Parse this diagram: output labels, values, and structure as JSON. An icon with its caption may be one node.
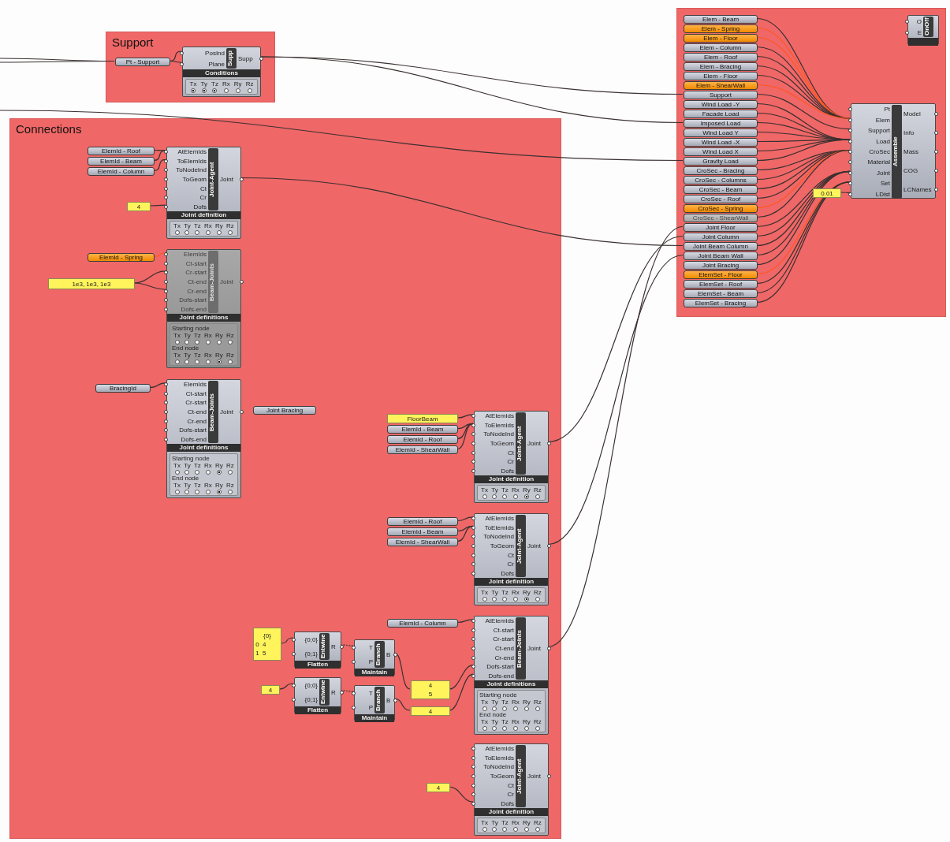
{
  "diagram": {
    "nodes": [
      {
        "text": [
          "Support"
        ]
      },
      {
        "text": [
          "Pt - Support"
        ],
        "in": 0
      },
      {
        "text": [
          "PosInd",
          "Plane",
          "Supp",
          "Supp",
          "Conditions",
          "Tx",
          "Ty",
          "Tz",
          "Rx",
          "Ry",
          "Rz"
        ],
        "in": 0
      },
      {
        "text": [
          "Connections"
        ]
      },
      {
        "text": [
          "ElemId - Roof"
        ],
        "in": 3
      },
      {
        "text": [
          "ElemId - Beam"
        ],
        "in": 3
      },
      {
        "text": [
          "ElemId - Column"
        ],
        "in": 3
      },
      {
        "text": [
          "4"
        ],
        "in": 3
      },
      {
        "text": [
          "AtElemIds",
          "ToElemIds",
          "ToNodeInd",
          "ToGeom",
          "Ct",
          "Cr",
          "Dofs",
          "Joint-Agent",
          "Joint",
          "Joint definition",
          "Tx",
          "Ty",
          "Tz",
          "Rx",
          "Ry",
          "Rz"
        ],
        "in": 3
      },
      {
        "text": [
          "ElemId - Spring"
        ],
        "in": 3
      },
      {
        "text": [
          "1e3, 1e3, 1e3"
        ],
        "in": 3
      },
      {
        "text": [
          "ElemIds",
          "Ct-start",
          "Cr-start",
          "Ct-end",
          "Cr-end",
          "Dofs-start",
          "Dofs-end",
          "Beam-Joints",
          "Joint",
          "Joint definitions",
          "Starting node",
          "Tx",
          "Ty",
          "Tz",
          "Rx",
          "Ry",
          "Rz",
          "End node",
          "Tx",
          "Ty",
          "Tz",
          "Rx",
          "Ry",
          "Rz"
        ],
        "in": 3
      },
      {
        "text": [
          "BracingId"
        ],
        "in": 3
      },
      {
        "text": [
          "ElemIds",
          "Ct-start",
          "Cr-start",
          "Ct-end",
          "Cr-end",
          "Dofs-start",
          "Dofs-end",
          "Beam-Joints",
          "Joint",
          "Joint definitions",
          "Starting node",
          "Tx",
          "Ty",
          "Tz",
          "Rx",
          "Ry",
          "Rz",
          "End node",
          "Tx",
          "Ty",
          "Tz",
          "Rx",
          "Ry",
          "Rz"
        ],
        "in": 3
      },
      {
        "text": [
          "Joint Bracing"
        ],
        "in": 3
      },
      {
        "text": [
          "FloorBeam"
        ],
        "in": 3
      },
      {
        "text": [
          "ElemId - Beam"
        ],
        "in": 3
      },
      {
        "text": [
          "ElemId - Roof"
        ],
        "in": 3
      },
      {
        "text": [
          "ElemId - ShearWall"
        ],
        "in": 3
      },
      {
        "text": [
          "AtElemIds",
          "ToElemIds",
          "ToNodeInd",
          "ToGeom",
          "Ct",
          "Cr",
          "Dofs",
          "Joint-Agent",
          "Joint",
          "Joint definition",
          "Tx",
          "Ty",
          "Tz",
          "Rx",
          "Ry",
          "Rz"
        ],
        "in": 3
      },
      {
        "text": [
          "ElemId - Roof"
        ],
        "in": 3
      },
      {
        "text": [
          "ElemId - Beam"
        ],
        "in": 3
      },
      {
        "text": [
          "ElemId - ShearWall"
        ],
        "in": 3
      },
      {
        "text": [
          "AtElemIds",
          "ToElemIds",
          "ToNodeInd",
          "ToGeom",
          "Ct",
          "Cr",
          "Dofs",
          "Joint-Agent",
          "Joint",
          "Joint definition",
          "Tx",
          "Ty",
          "Tz",
          "Rx",
          "Ry",
          "Rz"
        ],
        "in": 3
      },
      {
        "text": [
          "{0}",
          "0",
          "4",
          "1",
          "5"
        ],
        "in": 3
      },
      {
        "text": [
          "4"
        ],
        "in": 3
      },
      {
        "text": [
          "{0;0}",
          "{0;1}",
          "Entwine",
          "R",
          "Flatten"
        ],
        "in": 3
      },
      {
        "text": [
          "{0;0}",
          "{0;1}",
          "Entwine",
          "R",
          "Flatten"
        ],
        "in": 3
      },
      {
        "text": [
          "T",
          "P",
          "Branch",
          "B",
          "Maintain"
        ],
        "in": 3
      },
      {
        "text": [
          "T",
          "P",
          "Branch",
          "B",
          "Maintain"
        ],
        "in": 3
      },
      {
        "text": [
          "4",
          "5"
        ],
        "in": 3
      },
      {
        "text": [
          "4"
        ],
        "in": 3
      },
      {
        "text": [
          "ElemId - Column"
        ],
        "in": 3
      },
      {
        "text": [
          "AtElemIds",
          "Ct-start",
          "Cr-start",
          "Ct-end",
          "Cr-end",
          "Dofs-start",
          "Dofs-end",
          "Beam-Joints",
          "Joint",
          "Joint definitions",
          "Starting node",
          "Tx",
          "Ty",
          "Tz",
          "Rx",
          "Ry",
          "Rz",
          "End node",
          "Tx",
          "Ty",
          "Tz",
          "Rx",
          "Ry",
          "Rz"
        ],
        "in": 3
      },
      {
        "text": [
          "4"
        ],
        "in": 3
      },
      {
        "text": [
          "AtElemIds",
          "ToElemIds",
          "ToNodeInd",
          "ToGeom",
          "Ct",
          "Cr",
          "Dofs",
          "Joint-Agent",
          "Joint",
          "Joint definition",
          "Tx",
          "Ty",
          "Tz",
          "Rx",
          "Ry",
          "Rz"
        ],
        "in": 3
      },
      {
        "text": [],
        "shape": "box"
      },
      {
        "text": [
          "Elem - Beam"
        ],
        "in": 36
      },
      {
        "text": [
          "Elem - Spring"
        ],
        "in": 36
      },
      {
        "text": [
          "Elem - Floor"
        ],
        "in": 36
      },
      {
        "text": [
          "Elem - Column"
        ],
        "in": 36
      },
      {
        "text": [
          "Elem - Roof"
        ],
        "in": 36
      },
      {
        "text": [
          "Elem - Bracing"
        ],
        "in": 36
      },
      {
        "text": [
          "Elem - Floor"
        ],
        "in": 36
      },
      {
        "text": [
          "Elem - ShearWall"
        ],
        "in": 36
      },
      {
        "text": [
          "Support"
        ],
        "in": 36
      },
      {
        "text": [
          "Wind Load -Y"
        ],
        "in": 36
      },
      {
        "text": [
          "Facade Load"
        ],
        "in": 36
      },
      {
        "text": [
          "Imposed Load"
        ],
        "in": 36
      },
      {
        "text": [
          "Wind Load Y"
        ],
        "in": 36
      },
      {
        "text": [
          "Wind Load -X"
        ],
        "in": 36
      },
      {
        "text": [
          "Wind Load X"
        ],
        "in": 36
      },
      {
        "text": [
          "Gravity Load"
        ],
        "in": 36
      },
      {
        "text": [
          "CroSec - Bracing"
        ],
        "in": 36
      },
      {
        "text": [
          "CroSec - Columns"
        ],
        "in": 36
      },
      {
        "text": [
          "CroSec - Beam"
        ],
        "in": 36
      },
      {
        "text": [
          "CroSec - Roof"
        ],
        "in": 36
      },
      {
        "text": [
          "CroSec - Spring"
        ],
        "in": 36
      },
      {
        "text": [
          "CroSec - ShearWall"
        ],
        "in": 36
      },
      {
        "text": [
          "Joint Floor"
        ],
        "in": 36
      },
      {
        "text": [
          "Joint Column"
        ],
        "in": 36
      },
      {
        "text": [
          "Joint Beam Column"
        ],
        "in": 36
      },
      {
        "text": [
          "Joint Beam Wall"
        ],
        "in": 36
      },
      {
        "text": [
          "Joint Bracing"
        ],
        "in": 36
      },
      {
        "text": [
          "ElemSet - Floor"
        ],
        "in": 36
      },
      {
        "text": [
          "ElemSet - Roof"
        ],
        "in": 36
      },
      {
        "text": [
          "ElemSet - Beam"
        ],
        "in": 36
      },
      {
        "text": [
          "ElemSet - Bracing"
        ],
        "in": 36
      },
      {
        "text": [
          "Pt",
          "Elem",
          "Support",
          "Load",
          "CroSec",
          "Material",
          "Joint",
          "Set",
          "LDist",
          "Assemble",
          "Model",
          "Info",
          "Mass",
          "COG",
          "LCNames"
        ],
        "in": 36
      },
      {
        "text": [
          "0.01"
        ],
        "in": 36
      },
      {
        "text": [
          "O",
          "E",
          "OnOff"
        ],
        "in": 36
      }
    ],
    "edges": [
      {
        "from": null,
        "to": 1,
        "arrow": "none"
      },
      {
        "from": null,
        "to": 1,
        "arrow": "none"
      },
      {
        "from": 1,
        "to": 2,
        "arrow": "none"
      },
      {
        "from": 1,
        "to": 2,
        "arrow": "none"
      },
      {
        "from": 2,
        "to": 45,
        "arrow": "none"
      },
      {
        "from": 2,
        "to": 48,
        "arrow": "none"
      },
      {
        "from": null,
        "to": 52,
        "arrow": "none"
      },
      {
        "from": 4,
        "to": 8,
        "arrow": "none"
      },
      {
        "from": 5,
        "to": 8,
        "arrow": "none"
      },
      {
        "from": 6,
        "to": 8,
        "arrow": "none"
      },
      {
        "from": 7,
        "to": 8,
        "arrow": "none"
      },
      {
        "from": 9,
        "to": 11,
        "arrow": "none",
        "color": "#ff5722"
      },
      {
        "from": 10,
        "to": 11,
        "arrow": "none"
      },
      {
        "from": 10,
        "to": 11,
        "arrow": "none"
      },
      {
        "from": 12,
        "to": 13,
        "arrow": "none"
      },
      {
        "from": 15,
        "to": 19,
        "arrow": "none"
      },
      {
        "from": 16,
        "to": 19,
        "arrow": "none"
      },
      {
        "from": 17,
        "to": 19,
        "arrow": "none"
      },
      {
        "from": 18,
        "to": 19,
        "arrow": "none"
      },
      {
        "from": 20,
        "to": 23,
        "arrow": "none"
      },
      {
        "from": 21,
        "to": 23,
        "arrow": "none"
      },
      {
        "from": 22,
        "to": 23,
        "arrow": "none"
      },
      {
        "from": 24,
        "to": 26,
        "arrow": "none"
      },
      {
        "from": 25,
        "to": 27,
        "arrow": "none"
      },
      {
        "from": 26,
        "to": 28,
        "arrow": "none",
        "style": "dashed"
      },
      {
        "from": 27,
        "to": 29,
        "arrow": "none",
        "style": "dashed"
      },
      {
        "from": 28,
        "to": 30,
        "arrow": "none"
      },
      {
        "from": 29,
        "to": 31,
        "arrow": "none"
      },
      {
        "from": 30,
        "to": 33,
        "arrow": "none"
      },
      {
        "from": 31,
        "to": 33,
        "arrow": "none"
      },
      {
        "from": 32,
        "to": 33,
        "arrow": "none"
      },
      {
        "from": 34,
        "to": 35,
        "arrow": "none"
      },
      {
        "from": 8,
        "to": 61,
        "arrow": "none"
      },
      {
        "from": 19,
        "to": 60,
        "arrow": "none"
      },
      {
        "from": 23,
        "to": 62,
        "arrow": "none"
      },
      {
        "from": 33,
        "to": 59,
        "arrow": "none"
      },
      {
        "from": 37,
        "to": 68,
        "arrow": "none"
      },
      {
        "from": 38,
        "to": 68,
        "arrow": "none",
        "color": "#ff5722"
      },
      {
        "from": 39,
        "to": 68,
        "arrow": "none",
        "color": "#ff5722"
      },
      {
        "from": 40,
        "to": 68,
        "arrow": "none"
      },
      {
        "from": 41,
        "to": 68,
        "arrow": "none"
      },
      {
        "from": 42,
        "to": 68,
        "arrow": "none"
      },
      {
        "from": 43,
        "to": 68,
        "arrow": "none"
      },
      {
        "from": 44,
        "to": 68,
        "arrow": "none",
        "color": "#ff5722"
      },
      {
        "from": 45,
        "to": 68,
        "arrow": "none"
      },
      {
        "from": 46,
        "to": 68,
        "arrow": "none"
      },
      {
        "from": 47,
        "to": 68,
        "arrow": "none"
      },
      {
        "from": 48,
        "to": 68,
        "arrow": "none"
      },
      {
        "from": 49,
        "to": 68,
        "arrow": "none"
      },
      {
        "from": 50,
        "to": 68,
        "arrow": "none"
      },
      {
        "from": 51,
        "to": 68,
        "arrow": "none"
      },
      {
        "from": 52,
        "to": 68,
        "arrow": "none"
      },
      {
        "from": 53,
        "to": 68,
        "arrow": "none"
      },
      {
        "from": 54,
        "to": 68,
        "arrow": "none"
      },
      {
        "from": 55,
        "to": 68,
        "arrow": "none"
      },
      {
        "from": 56,
        "to": 68,
        "arrow": "none"
      },
      {
        "from": 57,
        "to": 68,
        "arrow": "none",
        "color": "#ff5722"
      },
      {
        "from": 58,
        "to": 68,
        "arrow": "none"
      },
      {
        "from": 59,
        "to": 68,
        "arrow": "none"
      },
      {
        "from": 60,
        "to": 68,
        "arrow": "none"
      },
      {
        "from": 61,
        "to": 68,
        "arrow": "none"
      },
      {
        "from": 62,
        "to": 68,
        "arrow": "none"
      },
      {
        "from": 63,
        "to": 68,
        "arrow": "none"
      },
      {
        "from": 64,
        "to": 68,
        "arrow": "none",
        "color": "#ff5722"
      },
      {
        "from": 65,
        "to": 68,
        "arrow": "none"
      },
      {
        "from": 66,
        "to": 68,
        "arrow": "none"
      },
      {
        "from": 67,
        "to": 68,
        "arrow": "none"
      },
      {
        "from": 69,
        "to": 68,
        "arrow": "none"
      }
    ]
  }
}
